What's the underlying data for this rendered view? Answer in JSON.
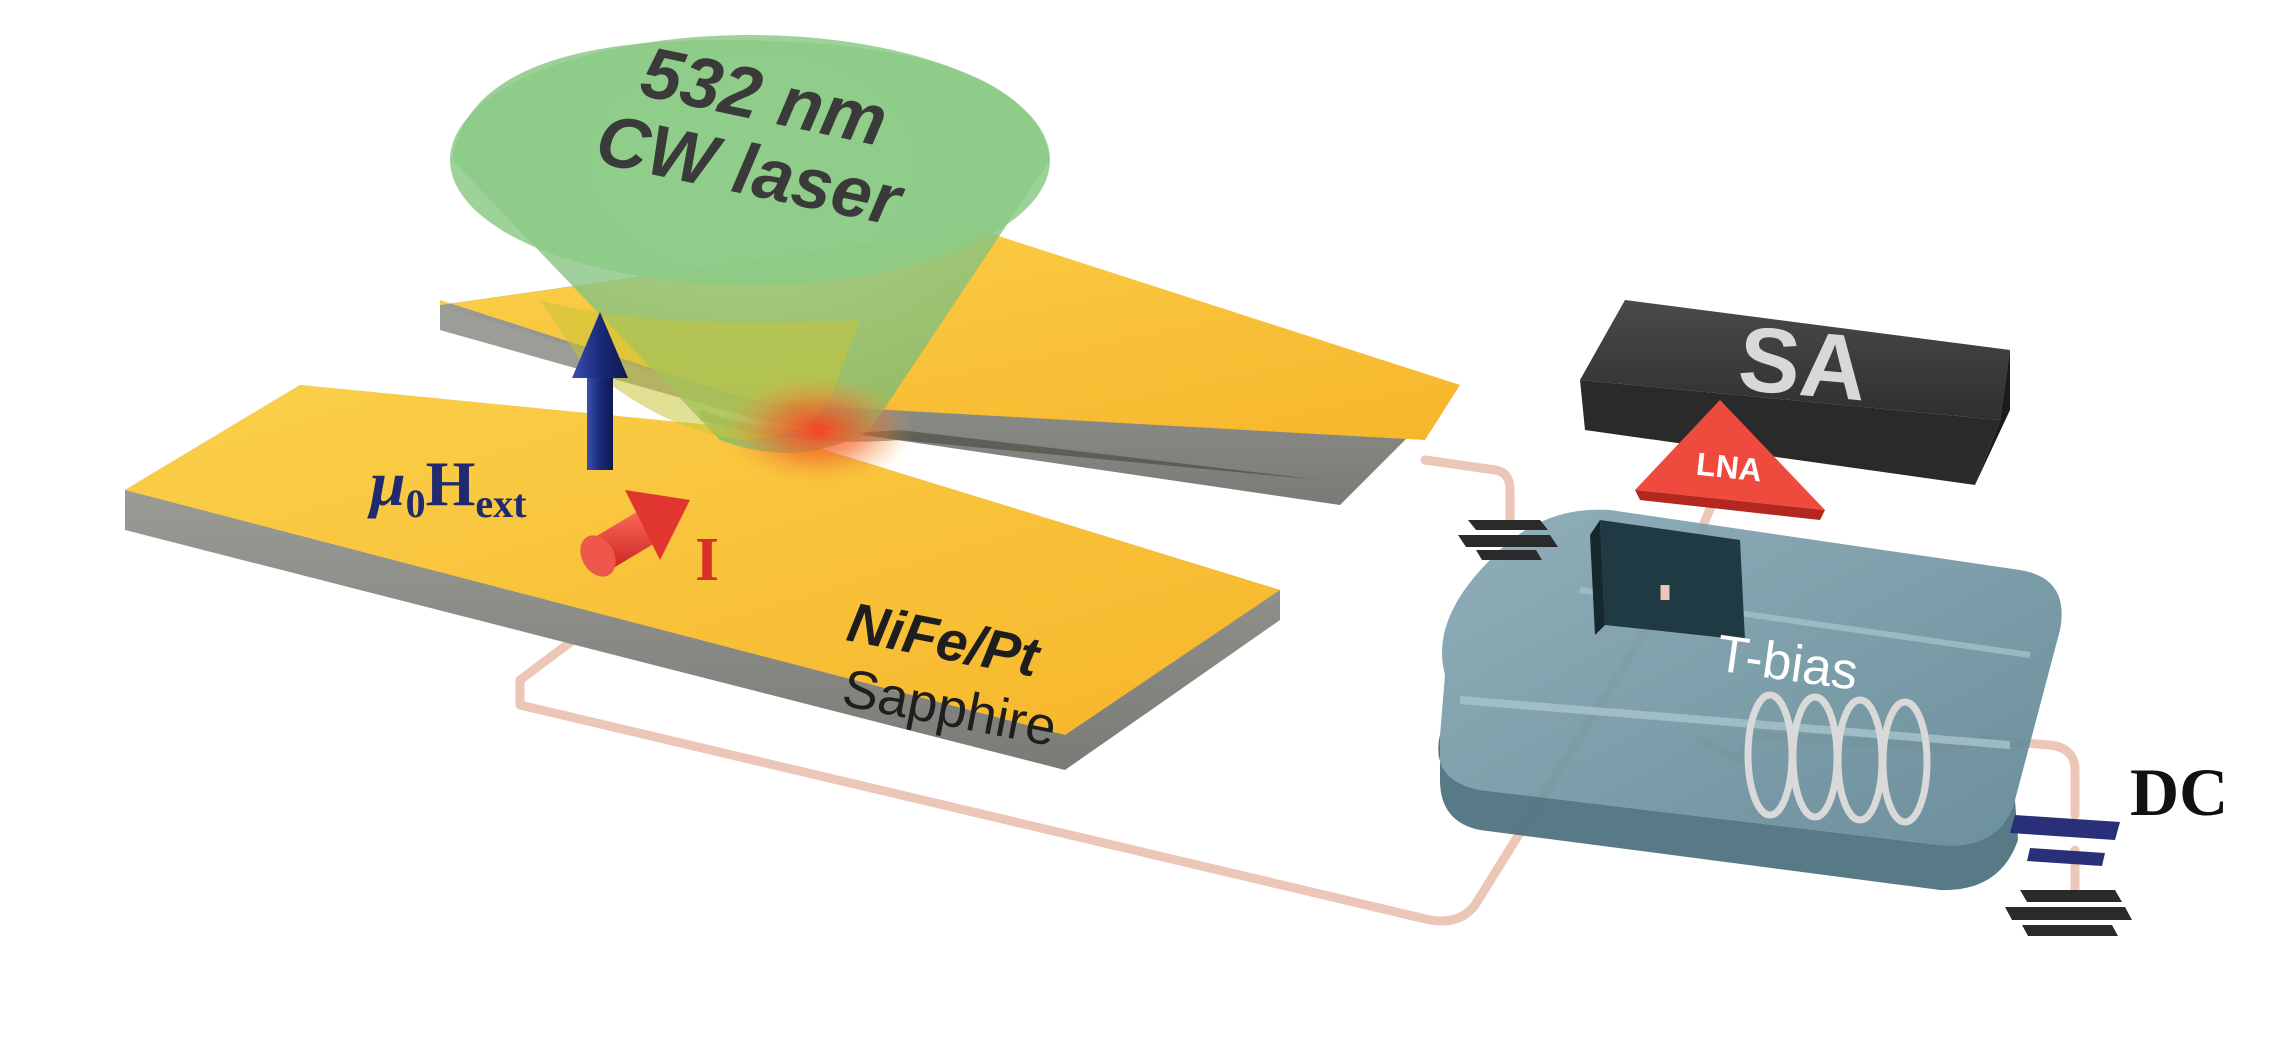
{
  "labels": {
    "laser_line1": "532 nm",
    "laser_line2": "CW laser",
    "field_mu": "μ",
    "field_sub0": "0",
    "field_H": "H",
    "field_sub_ext": "ext",
    "current": "I",
    "layer": "NiFe/Pt",
    "substrate": "Sapphire",
    "analyzer": "SA",
    "amplifier": "LNA",
    "bias_tee": "T-bias",
    "dc_source": "DC"
  },
  "colors": {
    "gold_top": "#f8c135",
    "gold_side": "#8f8f8b",
    "laser_green": "#7fbf7a",
    "laser_spot": "#e8502a",
    "field_arrow": "#1f2f7a",
    "current_arrow": "#e0362f",
    "field_text": "#1f2a70",
    "current_text": "#d83028",
    "sa_box": "#3a3a3a",
    "lna": "#ef4a3e",
    "tbias_box": "#6b8f9c",
    "wire": "#ecc6b6",
    "ground": "#2a2a2a",
    "capacitor": "#2a2f7a"
  }
}
